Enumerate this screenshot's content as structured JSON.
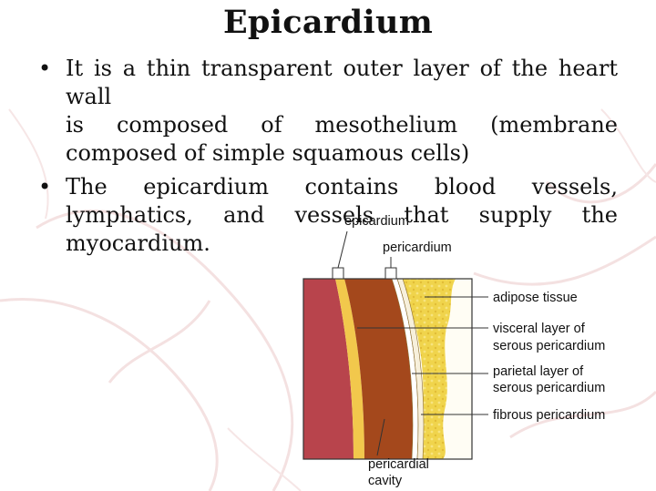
{
  "slide": {
    "title": "Epicardium",
    "bullets": [
      {
        "lines": [
          "It is a thin transparent outer layer of the heart wall",
          "is composed of mesothelium (membrane",
          "composed of simple squamous cells)"
        ]
      },
      {
        "lines": [
          "The epicardium contains blood vessels,",
          "lymphatics, and vessels that supply the",
          "myocardium."
        ]
      }
    ]
  },
  "figure": {
    "labels": {
      "epicardium": "epicardium",
      "pericardium": "pericardium",
      "adipose": "adipose tissue",
      "visceral_1": "visceral layer of",
      "visceral_2": "serous pericardium",
      "parietal_1": "parietal layer of",
      "parietal_2": "serous pericardium",
      "fibrous": "fibrous pericardium",
      "cavity_1": "pericardial",
      "cavity_2": "cavity"
    },
    "colors": {
      "myocardium": "#b8444c",
      "epicardium": "#f2c84c",
      "cavity": "#a4481c",
      "adipose": "#f0d44c"
    }
  }
}
